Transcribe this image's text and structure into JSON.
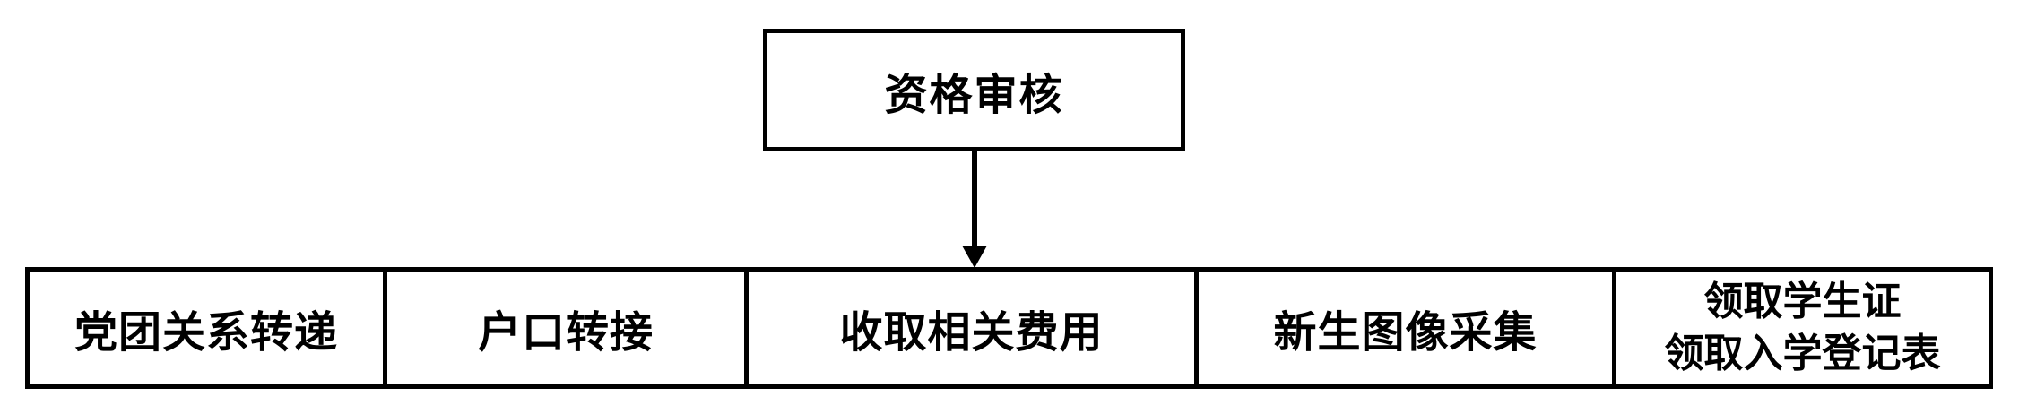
{
  "diagram": {
    "title_box": {
      "label": "资格审核"
    },
    "cells": [
      {
        "lines": [
          "党团关系转递"
        ]
      },
      {
        "lines": [
          "户口转接"
        ]
      },
      {
        "lines": [
          "收取相关费用"
        ]
      },
      {
        "lines": [
          "新生图像采集"
        ]
      },
      {
        "lines": [
          "领取学生证",
          "领取入学登记表"
        ]
      }
    ],
    "colors": {
      "line": "#000000",
      "background": "#ffffff",
      "text": "#000000"
    }
  }
}
